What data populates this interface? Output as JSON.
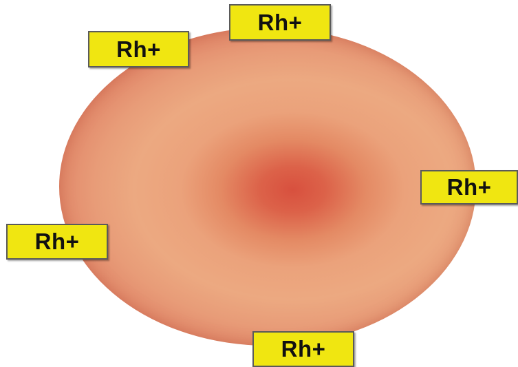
{
  "diagram": {
    "cell": {
      "colors": {
        "center": "#d8503e",
        "ring": "#eca981",
        "edge": "#d46a52"
      }
    },
    "antigens": [
      {
        "label": "Rh+"
      },
      {
        "label": "Rh+"
      },
      {
        "label": "Rh+"
      },
      {
        "label": "Rh+"
      },
      {
        "label": "Rh+"
      }
    ],
    "antigen_color": "#f0e611"
  }
}
